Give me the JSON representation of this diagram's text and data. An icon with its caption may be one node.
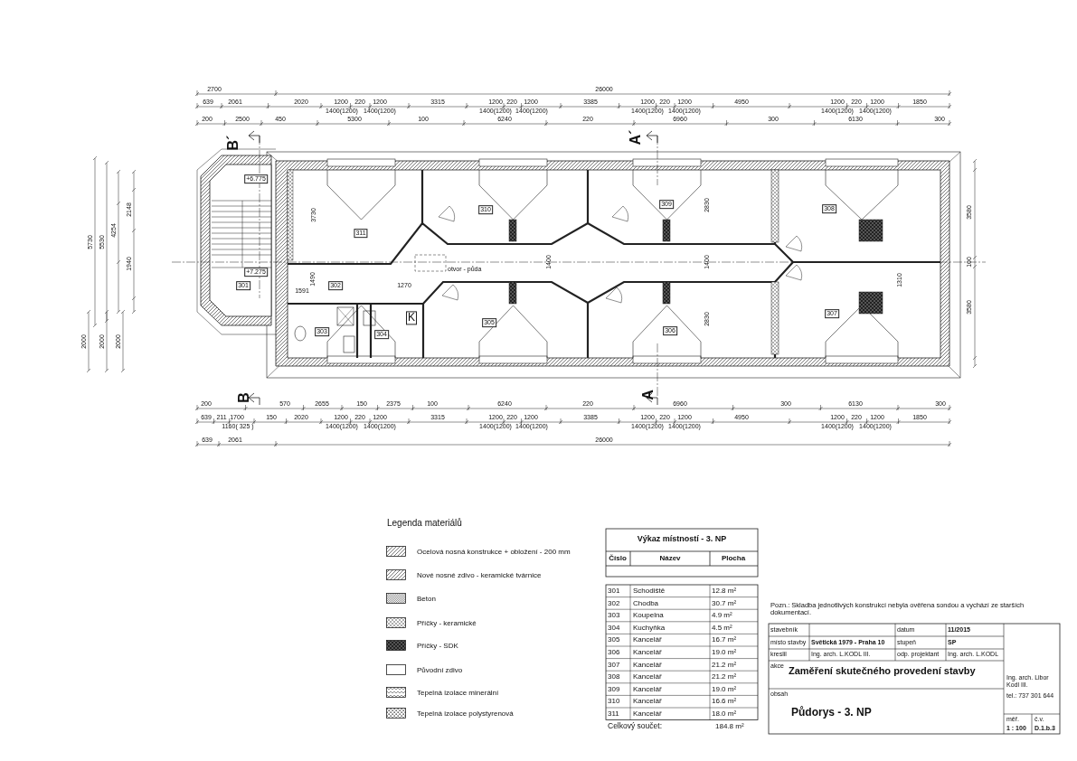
{
  "diagram": {
    "labels": [
      "2700",
      "26000",
      "639",
      "2061",
      "2020",
      "1200",
      "220",
      "1200",
      "3315",
      "1200",
      "220",
      "1200",
      "3385",
      "1200",
      "220",
      "1200",
      "4950",
      "1200",
      "220",
      "1200",
      "1850",
      "1400(1200)",
      "1400(1200)",
      "1400(1200)",
      "1400(1200)",
      "1400(1200)",
      "1400(1200)",
      "1400(1200)",
      "1400(1200)",
      "200",
      "2500",
      "450",
      "5300",
      "100",
      "6240",
      "220",
      "6960",
      "300",
      "6130",
      "300",
      "B´",
      "A´",
      "+6.775",
      "+7.275",
      "311",
      "310",
      "309",
      "308",
      "otvor - půda",
      "301",
      "302",
      "303",
      "304",
      "K",
      "305",
      "306",
      "307",
      "3730",
      "1490",
      "1591",
      "1270",
      "1400",
      "2830",
      "2830",
      "1400",
      "1310",
      "5730",
      "5530",
      "4254",
      "2148",
      "1940",
      "2000",
      "2000",
      "2000",
      "3580",
      "100",
      "3580",
      "200",
      "570",
      "2655",
      "150",
      "2375",
      "100",
      "6240",
      "220",
      "6960",
      "300",
      "6130",
      "300",
      "639",
      "211",
      "1700",
      "150",
      "2020",
      "1200",
      "220",
      "1200",
      "3315",
      "1200",
      "220",
      "1200",
      "3385",
      "1200",
      "220",
      "1200",
      "4950",
      "1200",
      "220",
      "1200",
      "1850",
      "1160( 325 )",
      "1400(1200)",
      "1400(1200)",
      "1400(1200)",
      "1400(1200)",
      "1400(1200)",
      "1400(1200)",
      "1400(1200)",
      "1400(1200)",
      "639",
      "2061",
      "26000",
      "B",
      "A",
      "Legenda materiálů",
      "Výkaz místností - 3. NP",
      "Číslo",
      "Název",
      "Plocha",
      "301",
      "Schodiště",
      "12.8 m²",
      "302",
      "Chodba",
      "30.7 m²",
      "303",
      "Koupelna",
      "4.9 m²",
      "304",
      "Kuchyňka",
      "4.5 m²",
      "305",
      "Kancelář",
      "16.7 m²",
      "306",
      "Kancelář",
      "19.0 m²",
      "307",
      "Kancelář",
      "21.2 m²",
      "308",
      "Kancelář",
      "21.2 m²",
      "309",
      "Kancelář",
      "19.0 m²",
      "310",
      "Kancelář",
      "16.6 m²",
      "311",
      "Kancelář",
      "18.0 m²",
      "Celkový součet:",
      "184.8 m²",
      "Pozn.: Skladba jednotlivých konstrukcí nebyla ověřena sondou a vychází ze starších dokumentací.",
      "stavebník",
      "datum",
      "11/2015",
      "místo stavby",
      "Světická 1979 - Praha 10",
      "stupeň",
      "SP",
      "kreslil",
      "Ing. arch. L.KODL III.",
      "odp. projektant",
      "Ing. arch. L.KODL",
      "akce",
      "Zaměření skutečného provedení stavby",
      "obsah",
      "Půdorys - 3. NP",
      "Ing. arch. Libor Kodl III.",
      "tel.: 737 301 644",
      "měř.",
      "1 : 100",
      "č.v.",
      "D.1.b.3"
    ],
    "legend": [
      {
        "text": "Ocelová nosná konstrukce + obložení - 200 mm"
      },
      {
        "text": "Nové nosné zdivo - keramické tvárnice"
      },
      {
        "text": "Beton"
      },
      {
        "text": "Příčky - keramické"
      },
      {
        "text": "Příčky - SDK"
      },
      {
        "text": "Původní zdivo"
      },
      {
        "text": "Tepelná izolace minerální"
      },
      {
        "text": "Tepelná izolace polystyrenová"
      }
    ]
  }
}
